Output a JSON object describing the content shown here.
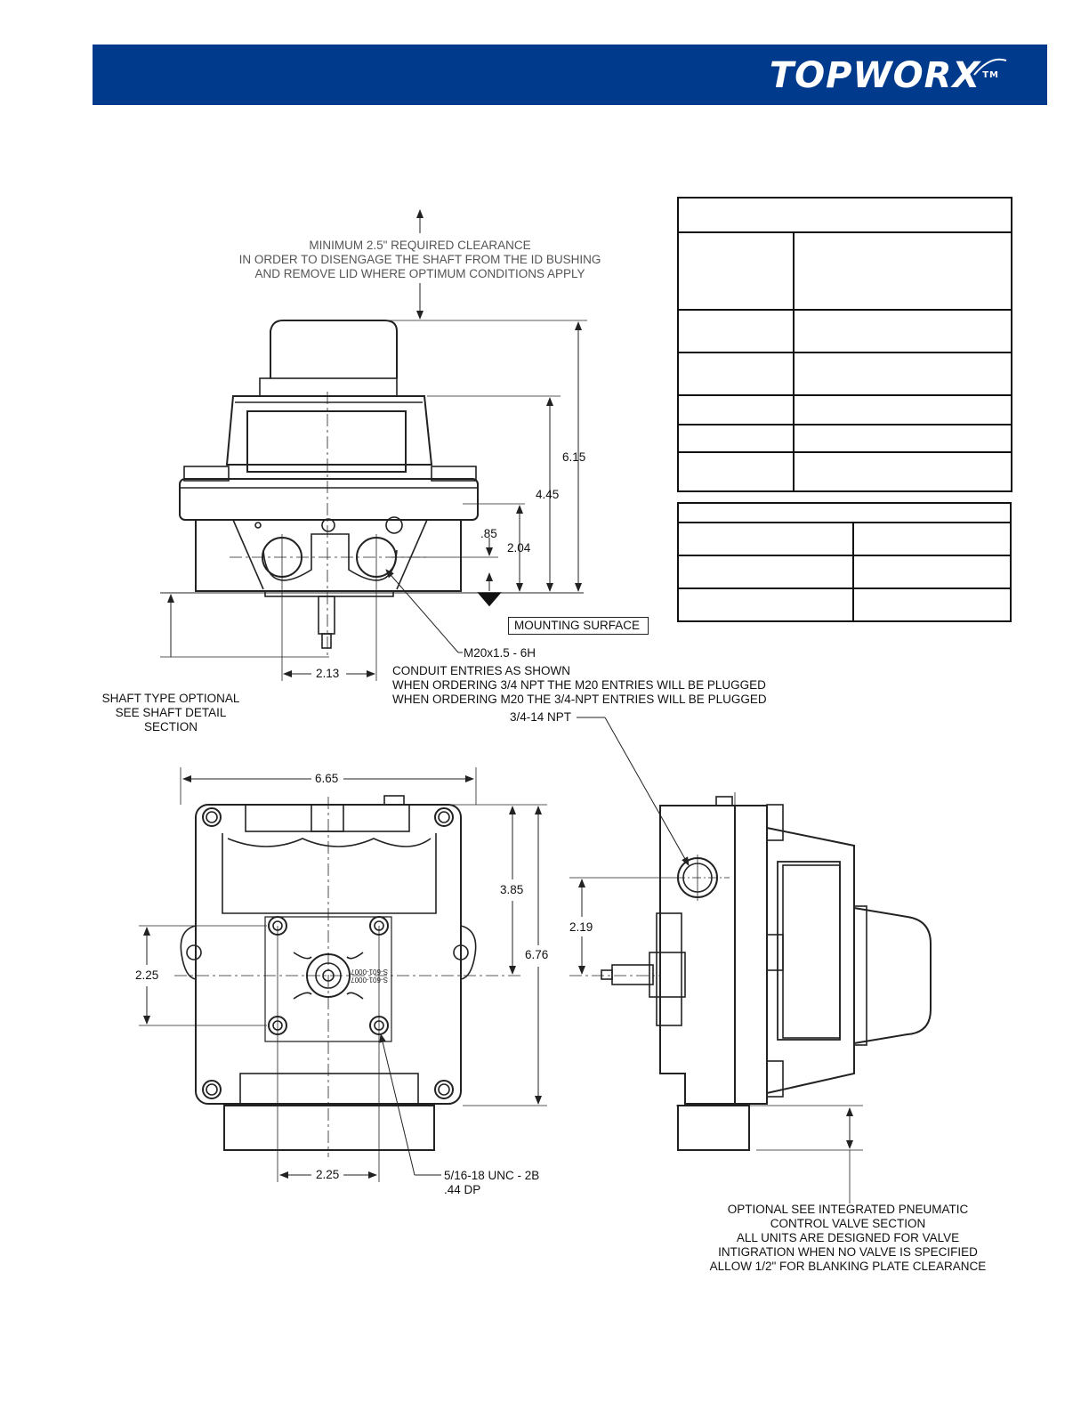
{
  "header": {
    "brand": "TOPWORX",
    "trademark": "TM",
    "bar_color": "#003A8C"
  },
  "front_view": {
    "clearance_note": [
      "MINIMUM 2.5\" REQUIRED CLEARANCE",
      "IN ORDER TO DISENGAGE THE SHAFT FROM THE ID BUSHING",
      "AND REMOVE LID WHERE OPTIMUM CONDITIONS APPLY"
    ],
    "dims": {
      "overall_height": "6.15",
      "body_height": "4.45",
      "conduit_height": "2.04",
      "conduit_offset": ".85",
      "conduit_spacing": "2.13"
    },
    "mounting_surface": "MOUNTING SURFACE",
    "conduit_size": "M20x1.5 - 6H",
    "conduit_note": [
      "CONDUIT ENTRIES AS SHOWN",
      "WHEN ORDERING 3/4 NPT THE M20 ENTRIES WILL BE PLUGGED",
      "WHEN ORDERING M20 THE 3/4-NPT ENTRIES WILL BE PLUGGED"
    ],
    "shaft_note": [
      "SHAFT TYPE OPTIONAL",
      "SEE SHAFT DETAIL",
      "SECTION"
    ]
  },
  "bottom_view": {
    "dims": {
      "width": "6.65",
      "top_to_center": "3.85",
      "overall_depth": "6.76",
      "bolt_vertical": "2.25",
      "bolt_horizontal": "2.25"
    },
    "thread_note": [
      "5/16-18 UNC - 2B",
      ".44 DP"
    ]
  },
  "side_view": {
    "npt_label": "3/4-14 NPT",
    "dims": {
      "npt_height": "2.19"
    },
    "valve_note": [
      "OPTIONAL SEE  INTEGRATED PNEUMATIC",
      "CONTROL VALVE SECTION",
      "ALL UNITS ARE DESIGNED FOR VALVE",
      "INTIGRATION  WHEN NO VALVE IS SPECIFIED",
      "ALLOW 1/2\" FOR BLANKING PLATE CLEARANCE"
    ]
  }
}
